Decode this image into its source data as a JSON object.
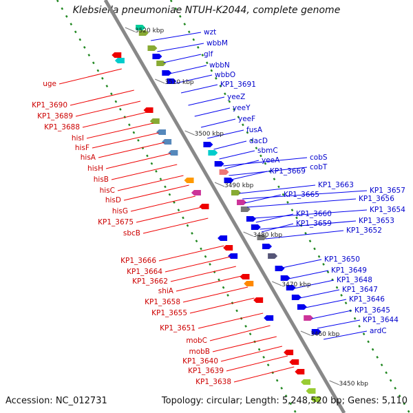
{
  "title": "Klebsiella pneumoniae NTUH-K2044, complete genome",
  "footer": {
    "accession": "Accession: NC_012731",
    "summary": "Topology: circular; Length: 5,248,520 bp; Genes: 5,110"
  },
  "colors": {
    "forward": "#0000ee",
    "reverse": "#ee0000",
    "backbone": "#888888",
    "ticks": "#228822",
    "forward_label": "#0000cc",
    "reverse_label": "#cc0000"
  },
  "kbp_ticks": [
    "3520 kbp",
    "3510 kbp",
    "3500 kbp",
    "3490 kbp",
    "3480 kbp",
    "3470 kbp",
    "3460 kbp",
    "3450 kbp"
  ],
  "forward_genes": [
    "wzt",
    "wbbM",
    "glf",
    "wbbN",
    "wbbO",
    "KP1_3691",
    "yeeZ",
    "yeeY",
    "yeeF",
    "fusA",
    "dacD",
    "sbmC",
    "yeeA",
    "KP1_3669",
    "cobS",
    "cobT",
    "KP1_3663",
    "KP1_3665",
    "KP1_3657",
    "KP1_3656",
    "KP1_3654",
    "KP1_3660",
    "KP1_3659",
    "KP1_3653",
    "KP1_3652",
    "KP1_3650",
    "KP1_3649",
    "KP1_3648",
    "KP1_3647",
    "KP1_3646",
    "KP1_3645",
    "KP1_3644",
    "ardC"
  ],
  "reverse_genes": [
    "uge",
    "KP1_3690",
    "KP1_3689",
    "KP1_3688",
    "hisI",
    "hisF",
    "hisA",
    "hisH",
    "hisB",
    "hisC",
    "hisD",
    "hisG",
    "KP1_3675",
    "sbcB",
    "KP1_3666",
    "KP1_3664",
    "KP1_3662",
    "shiA",
    "KP1_3658",
    "KP1_3655",
    "KP1_3651",
    "mobC",
    "mobB",
    "KP1_3640",
    "KP1_3639",
    "KP1_3638"
  ]
}
